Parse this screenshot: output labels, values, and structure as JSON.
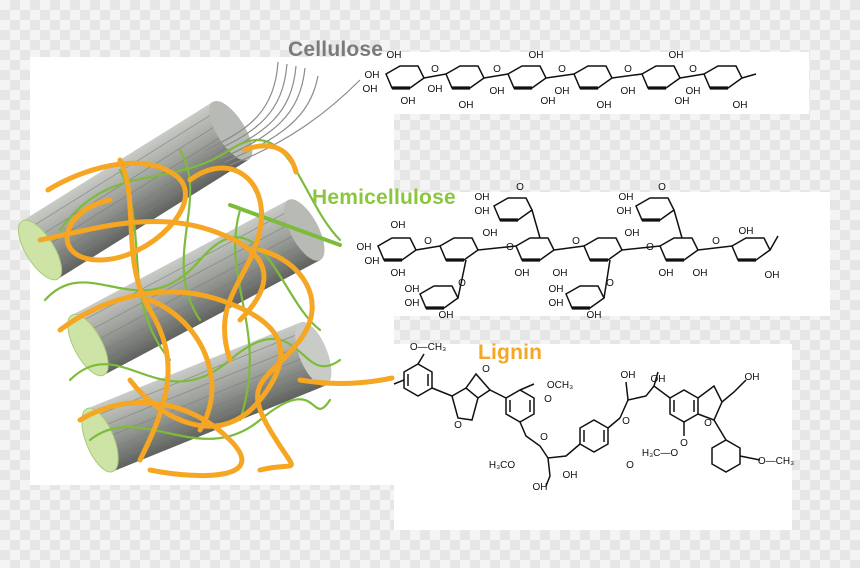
{
  "labels": {
    "cellulose": "Cellulose",
    "hemicellulose": "Hemicellulose",
    "lignin": "Lignin"
  },
  "colors": {
    "cellulose": "#7b7b7b",
    "hemicellulose": "#8cc63f",
    "lignin": "#f5a623",
    "fiber": "#9a9d98",
    "fiber_end": "#cde4a6",
    "bond": "#111111"
  },
  "chemistry": {
    "oh": "OH",
    "o": "O",
    "methoxy": "O—CH₃",
    "h3co": "H₃CO",
    "h3c_o": "H₃C—O",
    "och3": "OCH₃"
  }
}
